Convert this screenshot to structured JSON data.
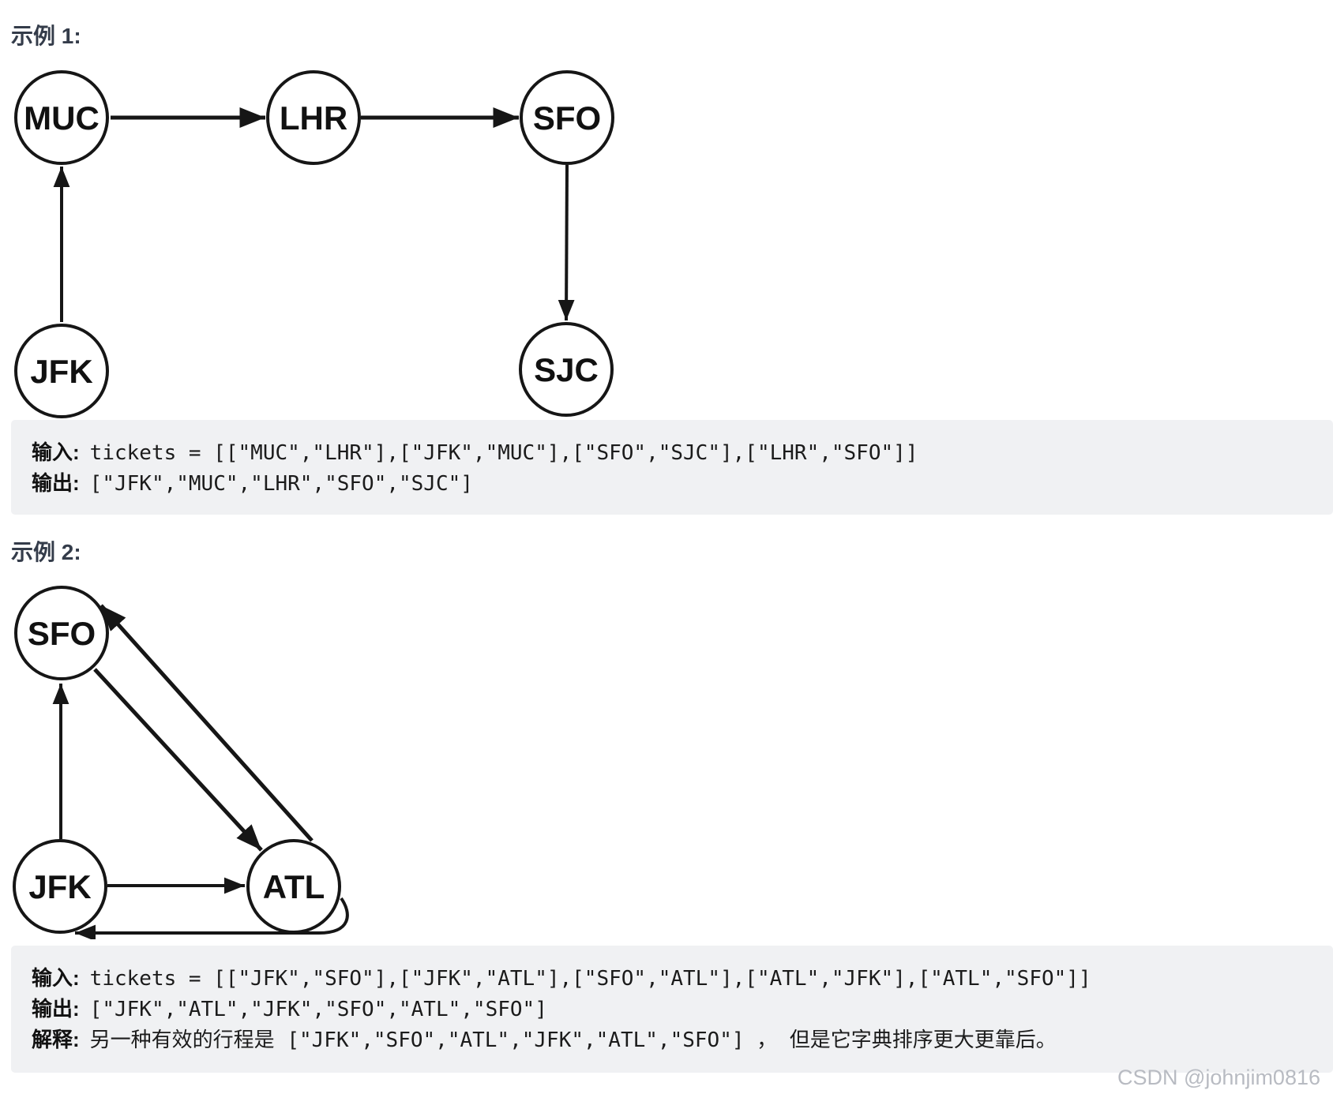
{
  "colors": {
    "page_background": "#ffffff",
    "box_background": "#f0f1f3",
    "heading_text": "#343c4a",
    "body_text": "#1b1b1b",
    "graph_stroke": "#161616",
    "watermark_text": "#b8bbc2"
  },
  "example1": {
    "heading": "示例 1:",
    "graph": {
      "nodes": [
        {
          "label": "MUC"
        },
        {
          "label": "LHR"
        },
        {
          "label": "SFO"
        },
        {
          "label": "JFK"
        },
        {
          "label": "SJC"
        }
      ],
      "edges": [
        {
          "from": "MUC",
          "to": "LHR"
        },
        {
          "from": "LHR",
          "to": "SFO"
        },
        {
          "from": "JFK",
          "to": "MUC"
        },
        {
          "from": "SFO",
          "to": "SJC"
        }
      ]
    },
    "io": {
      "input_label": "输入:",
      "input_value": "tickets = [[\"MUC\",\"LHR\"],[\"JFK\",\"MUC\"],[\"SFO\",\"SJC\"],[\"LHR\",\"SFO\"]]",
      "output_label": "输出:",
      "output_value": "[\"JFK\",\"MUC\",\"LHR\",\"SFO\",\"SJC\"]"
    }
  },
  "example2": {
    "heading": "示例 2:",
    "graph": {
      "nodes": [
        {
          "label": "SFO"
        },
        {
          "label": "JFK"
        },
        {
          "label": "ATL"
        }
      ],
      "edges": [
        {
          "from": "JFK",
          "to": "SFO"
        },
        {
          "from": "JFK",
          "to": "ATL"
        },
        {
          "from": "SFO",
          "to": "ATL"
        },
        {
          "from": "ATL",
          "to": "SFO"
        },
        {
          "from": "ATL",
          "to": "JFK"
        }
      ]
    },
    "io": {
      "input_label": "输入:",
      "input_value": "tickets = [[\"JFK\",\"SFO\"],[\"JFK\",\"ATL\"],[\"SFO\",\"ATL\"],[\"ATL\",\"JFK\"],[\"ATL\",\"SFO\"]]",
      "output_label": "输出:",
      "output_value": "[\"JFK\",\"ATL\",\"JFK\",\"SFO\",\"ATL\",\"SFO\"]",
      "explain_label": "解释:",
      "explain_value": "另一种有效的行程是 [\"JFK\",\"SFO\",\"ATL\",\"JFK\",\"ATL\",\"SFO\"] ， 但是它字典排序更大更靠后。"
    }
  },
  "watermark": "CSDN @johnjim0816"
}
